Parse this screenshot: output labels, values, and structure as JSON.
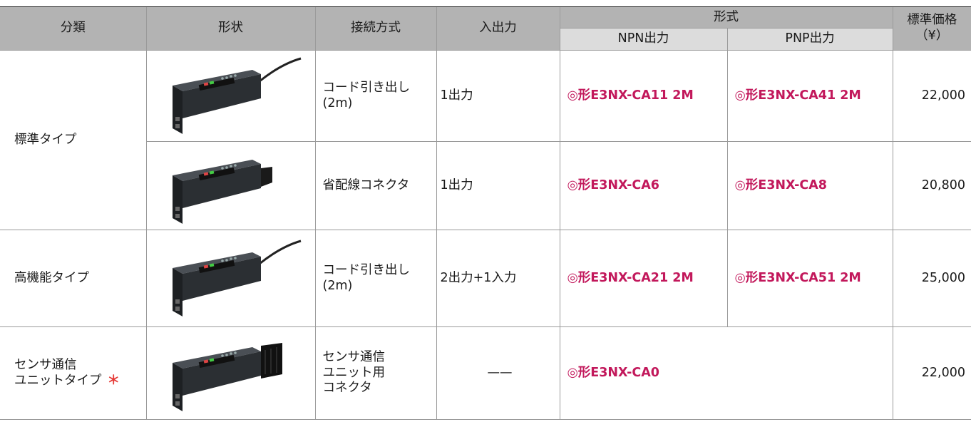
{
  "headers": {
    "category": "分類",
    "shape": "形状",
    "connection": "接続方式",
    "io": "入出力",
    "model_group": "形式",
    "npn": "NPN出力",
    "pnp": "PNP出力",
    "price_line1": "標準価格",
    "price_line2": "（¥）"
  },
  "categories": {
    "standard": "標準タイプ",
    "advanced": "高機能タイプ",
    "comm_line1": "センサ通信",
    "comm_line2": "ユニットタイプ",
    "comm_mark": "＊"
  },
  "rows": [
    {
      "image": "amplifier-with-cable-image",
      "connection": "コード引き出し\n(2m)",
      "io": "1出力",
      "npn": "◎形E3NX-CA11 2M",
      "pnp": "◎形E3NX-CA41 2M",
      "price": "22,000"
    },
    {
      "image": "amplifier-with-connector-image",
      "connection": "省配線コネクタ",
      "io": "1出力",
      "npn": "◎形E3NX-CA6",
      "pnp": "◎形E3NX-CA8",
      "price": "20,800"
    },
    {
      "image": "amplifier-with-cable-image",
      "connection": "コード引き出し\n(2m)",
      "io": "2出力+1入力",
      "npn": "◎形E3NX-CA21 2M",
      "pnp": "◎形E3NX-CA51 2M",
      "price": "25,000"
    },
    {
      "image": "amplifier-with-comm-connector-image",
      "connection": "センサ通信\nユニット用\nコネクタ",
      "io": "——",
      "model": "◎形E3NX-CA0",
      "price": "22,000"
    }
  ],
  "colors": {
    "header_dark": "#b3b3b3",
    "header_light": "#dcdcdc",
    "model_mark": "#c2185b",
    "asterisk": "#e53935",
    "device_body": "#2b2f33"
  }
}
